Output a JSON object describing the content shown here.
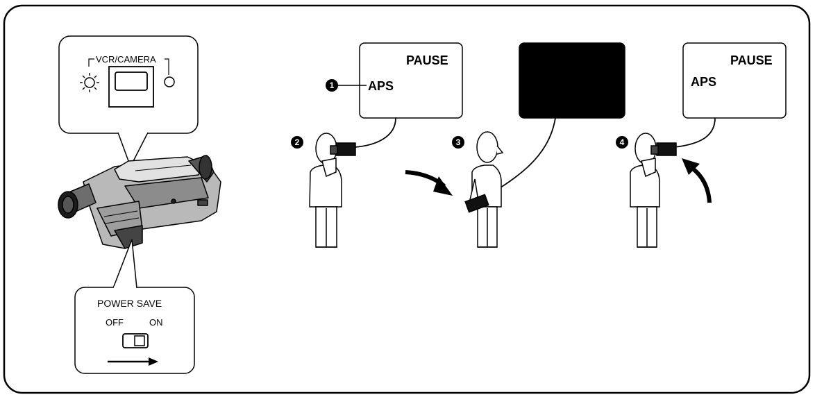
{
  "inset_top": {
    "label": "VCR/CAMERA"
  },
  "inset_bottom": {
    "title": "POWER SAVE",
    "off_label": "OFF",
    "on_label": "ON"
  },
  "steps": [
    {
      "number": "1"
    },
    {
      "number": "2"
    },
    {
      "number": "3"
    },
    {
      "number": "4"
    }
  ],
  "screens": {
    "first": {
      "status": "PAUSE",
      "mode": "APS"
    },
    "third": {
      "status": "PAUSE",
      "mode": "APS"
    }
  },
  "colors": {
    "line": "#000000",
    "panel_bg": "#ffffff",
    "blank_screen": "#000000"
  }
}
